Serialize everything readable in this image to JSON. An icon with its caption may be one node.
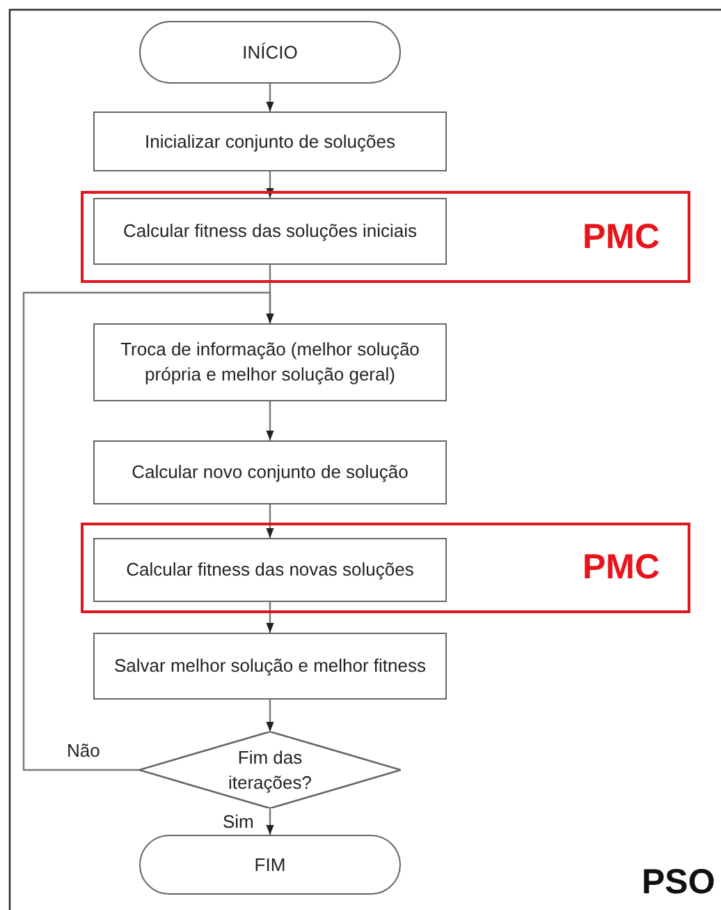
{
  "diagram": {
    "nodes": [
      {
        "text": [
          "INÍCIO"
        ]
      },
      {
        "text": [
          "Inicializar conjunto de soluções"
        ]
      },
      {
        "text": [
          "PMC"
        ]
      },
      {
        "text": [
          "Calcular fitness das soluções iniciais"
        ],
        "in": 2
      },
      {
        "text": [
          "Troca de informação (melhor solução própria e melhor solução geral)"
        ]
      },
      {
        "text": [
          "Calcular novo conjunto de solução"
        ]
      },
      {
        "text": [
          "PMC"
        ]
      },
      {
        "text": [
          "Calcular fitness das novas soluções"
        ],
        "in": 6
      },
      {
        "text": [
          "Salvar melhor solução e melhor fitness"
        ]
      },
      {
        "text": [
          "Fim das iterações?"
        ]
      },
      {
        "text": [
          "FIM"
        ]
      }
    ],
    "edges": [
      {
        "from": 0,
        "to": 1,
        "arrow": "to"
      },
      {
        "from": 1,
        "to": 3,
        "arrow": "to"
      },
      {
        "from": 3,
        "to": 4,
        "arrow": "to"
      },
      {
        "from": 4,
        "to": 5,
        "arrow": "to"
      },
      {
        "from": 5,
        "to": 7,
        "arrow": "to"
      },
      {
        "from": 7,
        "to": 8,
        "arrow": "to"
      },
      {
        "from": 8,
        "to": 9,
        "arrow": "to"
      },
      {
        "from": 9,
        "to": 10,
        "arrow": "to",
        "label": "Sim"
      },
      {
        "from": 9,
        "to": 4,
        "arrow": "to",
        "label": "Não"
      }
    ],
    "labels": [
      "PSO"
    ]
  }
}
